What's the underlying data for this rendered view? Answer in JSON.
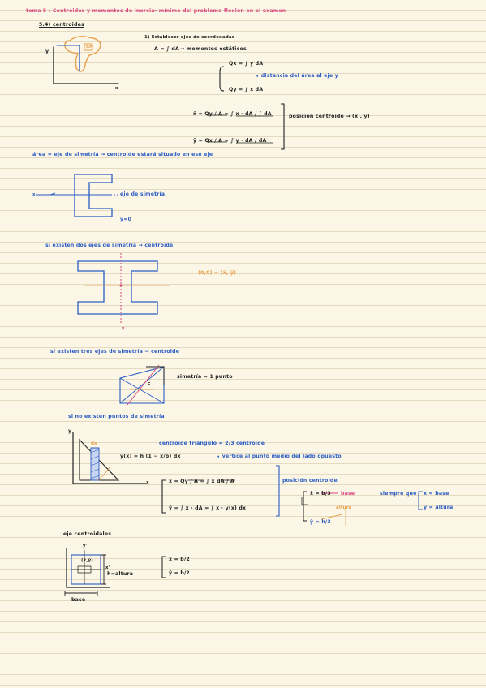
{
  "header": {
    "title": "tema 5 : Centroides  y momentos de inercia",
    "subtitle": "→ mínimo del problema flexión  en el examen"
  },
  "section_1": {
    "heading": "5.4) centroides",
    "step_note": "1) Establecer  ejes de coordenadas",
    "area_eq": "A = ∫ dA",
    "area_note": "→ momentos  estáticos",
    "qx_eq": "Qx = ∫ y dA",
    "qx_note": "↳ distancia del área al eje y",
    "qy_eq": "Qy = ∫ x dA",
    "xbar_eq": "x̄ = Qy / A = ∫ x · dA / ∫ dA",
    "ybar_eq": "ȳ = Qx / A = ∫ y · dA / dA",
    "position_note": "posición centroide → (x̄ , ȳ)",
    "fig_labels": {
      "y": "y",
      "x": "x",
      "dA": "dA"
    }
  },
  "section_2": {
    "note": "área = eje de simetría → centroide estará situado en ese eje",
    "axis_label": "eje de simetría",
    "ybar_zero": "ȳ=0",
    "x_label": "x"
  },
  "section_3": {
    "note": "si existen dos  ejes de simetría → centroide",
    "coords": "(0,0) = (x̄, ȳ)",
    "y_label": "y"
  },
  "section_4": {
    "note": "si existen tres ejes de simetría → centroide",
    "sym_note": "simetría = 1 punto",
    "c_label": "c"
  },
  "section_5": {
    "note": "si no existen puntos de simetría",
    "centroid_note": "centroide  triángulo = 2/3 centroide",
    "yx_eq": "y(x) = h (1 − x/b) dx",
    "vertex_note": "↳ vértice al punto medio del lado opuesto",
    "xbar_eq": "x̄ = Qy / A = ∫ x dA / A",
    "ybar_eq": "ȳ = ∫ x · dA = ∫ x · y(x) dx",
    "position_note": "posición centroide",
    "xbar_val": "x̄ = b/3",
    "base_note": "base",
    "altura_note": "altura",
    "ybar_val": "ȳ = h/3",
    "siempre_que": "siempre que",
    "x_base": "x = base",
    "y_altura": "y = altura",
    "fig_labels": {
      "y": "y",
      "x": "x",
      "dx": "dx"
    }
  },
  "section_6": {
    "heading": "eje centroidales",
    "xbar": "x̄ = b/2",
    "ybar": "ȳ = b/2",
    "base": "base",
    "altura": "h=altura",
    "fig_labels": {
      "y": "y'",
      "x": "x'",
      "c": "(x̄,ȳ)"
    }
  }
}
